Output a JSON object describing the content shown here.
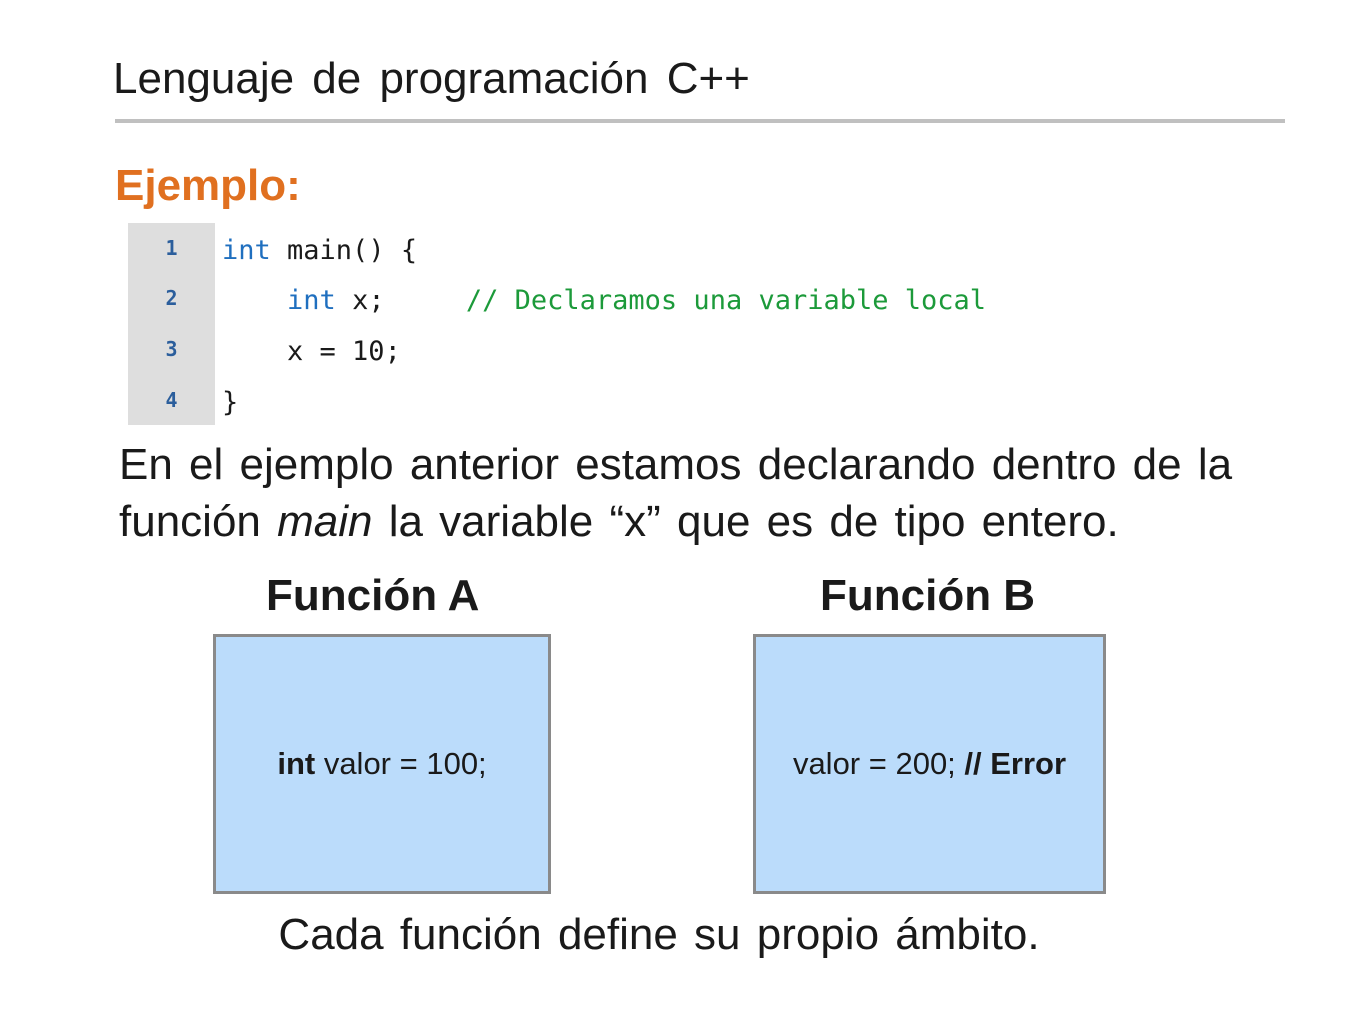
{
  "slide": {
    "title": "Lenguaje de programación C++",
    "section_heading": "Ejemplo:"
  },
  "code": {
    "line_numbers": [
      "1",
      "2",
      "3",
      "4"
    ],
    "lines": [
      {
        "indent": "",
        "keyword": "int",
        "rest": " main() {",
        "comment": ""
      },
      {
        "indent": "    ",
        "keyword": "int",
        "rest": " x;     ",
        "comment": "// Declaramos una variable local"
      },
      {
        "indent": "    ",
        "keyword": "",
        "rest": "x = 10;",
        "comment": ""
      },
      {
        "indent": "",
        "keyword": "",
        "rest": "}",
        "comment": ""
      }
    ],
    "colors": {
      "keyword": "#1f6fbf",
      "comment": "#1c9a3a",
      "line_number": "#2b5e9c",
      "gutter": "#dedede"
    }
  },
  "paragraph": {
    "part1": "En el ejemplo anterior estamos declarando dentro de la función ",
    "emphasis": "main",
    "part2": " la variable “x” que es de tipo entero."
  },
  "function_a": {
    "heading": "Función A",
    "code_bold": "int",
    "code_rest": " valor = 100;"
  },
  "function_b": {
    "heading": "Función B",
    "code_rest": "valor = 200; ",
    "code_bold": "// Error"
  },
  "footer": {
    "note": "Cada función define su propio ámbito."
  },
  "colors": {
    "accent_heading": "#e07020",
    "box_fill": "#bbdcfb",
    "box_border": "#8a8a8a",
    "title_rule": "#c0c0c0"
  }
}
